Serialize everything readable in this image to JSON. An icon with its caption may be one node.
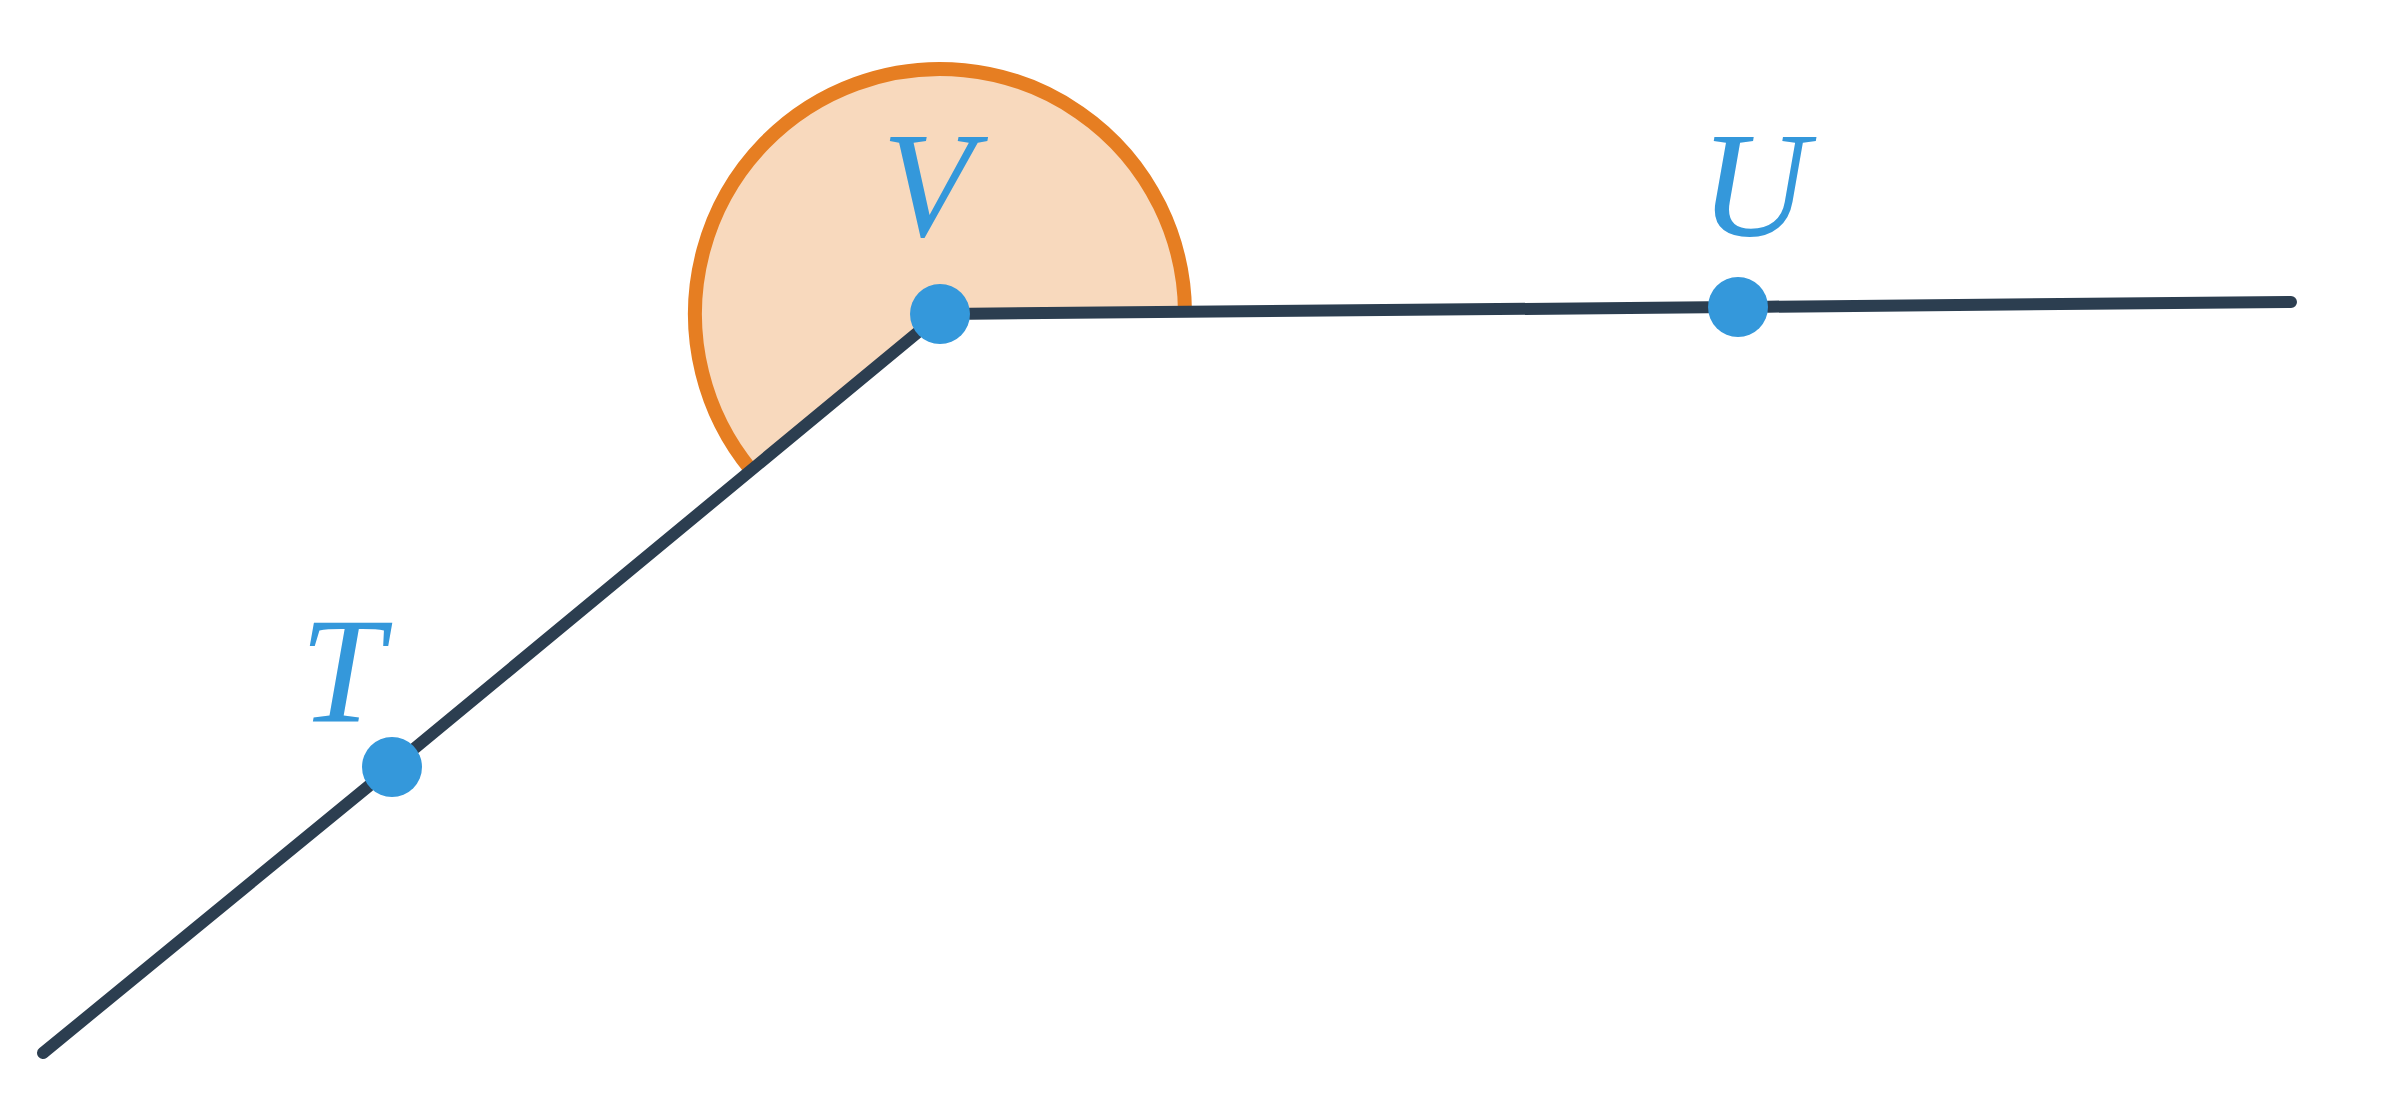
{
  "diagram": {
    "nodes": [
      {
        "text": [],
        "shape": "circle",
        "beside": [
          "V"
        ]
      },
      {
        "text": [],
        "shape": "circle",
        "beside": [
          "U"
        ]
      },
      {
        "text": [],
        "shape": "circle",
        "beside": [
          "T"
        ]
      }
    ],
    "edges": [
      {
        "from": 0,
        "to": 1,
        "arrow": "none"
      },
      {
        "from": 1,
        "to": null,
        "arrow": "none"
      },
      {
        "from": 0,
        "to": 2,
        "arrow": "none"
      },
      {
        "from": 2,
        "to": null,
        "arrow": "none"
      }
    ]
  }
}
